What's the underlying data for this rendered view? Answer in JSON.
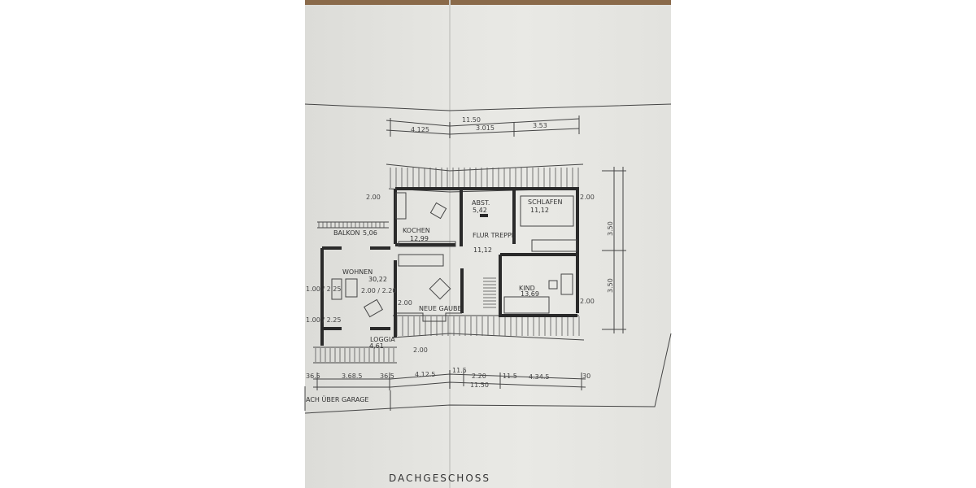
{
  "plan": {
    "title": "DACHGESCHOSS",
    "rooms": [
      {
        "name": "KOCHEN",
        "area": "12,99"
      },
      {
        "name": "ABST.",
        "area": "5,42"
      },
      {
        "name": "SCHLAFEN",
        "area": "11,12"
      },
      {
        "name": "FLUR TREPPE",
        "area": "11,12"
      },
      {
        "name": "BALKON",
        "area": "5,06"
      },
      {
        "name": "WOHNEN",
        "area": "30,22"
      },
      {
        "name": "NEUE GAUBE",
        "area": ""
      },
      {
        "name": "KIND",
        "area": "13,69"
      },
      {
        "name": "LOGGIA",
        "area": "4,61"
      }
    ],
    "top_dimensions": {
      "total": "11.50",
      "segments": [
        "4.125",
        "3.015",
        "3.53"
      ]
    },
    "bottom_dimensions": {
      "total": "11.50",
      "segments": [
        "36.5",
        "3.68.5",
        "36.5",
        "4.12.5",
        "11.5",
        "2.20",
        "11.5",
        "4.34.5",
        "30"
      ]
    },
    "right_dimensions": [
      "3.50",
      "3.50"
    ],
    "heights": [
      "2.00",
      "2.00",
      "2.00",
      "2.00",
      "2.00",
      "2.00 / 2.20",
      "1.00 / 2.25",
      "1.00 / 2.25"
    ],
    "note_bottom": "ACH ÜBER GARAGE"
  }
}
